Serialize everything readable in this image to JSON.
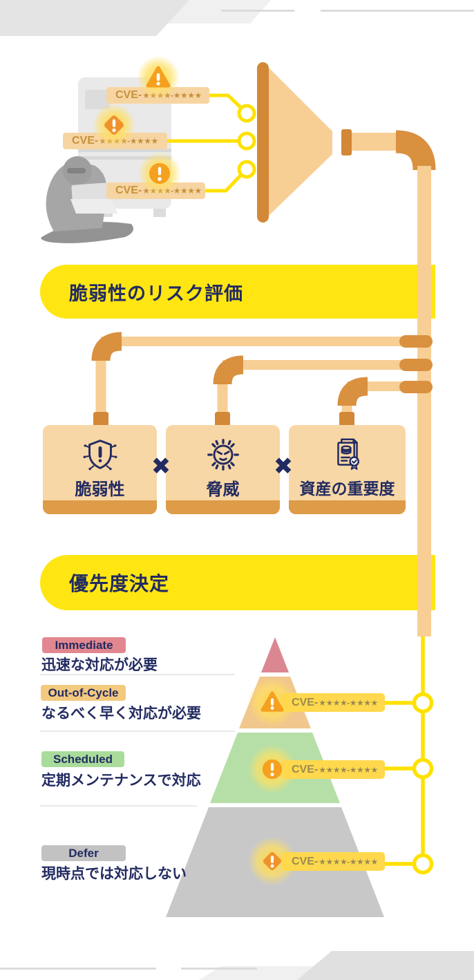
{
  "colors": {
    "accent_yellow": "#FFE612",
    "line_yellow": "#FFE100",
    "pipe_tan": "#F7CE94",
    "pipe_dark_orange": "#D9903F",
    "funnel_bar_orange": "#D28837",
    "box_tan": "#F8D7A6",
    "box_bar_orange": "#DE9B48",
    "navy_text": "#222B61",
    "warning_orange": "#F5A01F",
    "chip_tan_bg": "#F7D5A2",
    "chip_tan_text": "#C6913C",
    "chip_gold_bg": "#FFD84D",
    "chip_gold_text": "#9C8B4E",
    "pyramid_immediate": "#DB8791",
    "pyramid_out_of_cycle": "#F1C78D",
    "pyramid_scheduled": "#B6DFA8",
    "pyramid_defer": "#C8C8C8"
  },
  "top_section": {
    "chips": [
      {
        "prefix": "CVE-",
        "stars": "★★★★-★★★★",
        "icon": "warning-triangle"
      },
      {
        "prefix": "CVE-",
        "stars": "★★★★-★★★★",
        "icon": "warning-diamond"
      },
      {
        "prefix": "CVE-",
        "stars": "★★★★-★★★★",
        "icon": "warning-circle"
      }
    ]
  },
  "banners": {
    "risk_assessment": "脆弱性のリスク評価",
    "priority": "優先度決定"
  },
  "formula": {
    "factors": [
      {
        "label": "脆弱性",
        "icon": "shield-exclamation"
      },
      {
        "label": "脅威",
        "icon": "virus-face"
      },
      {
        "label": "資産の重要度",
        "icon": "asset-documents"
      }
    ],
    "operator": "✖"
  },
  "priority_levels": [
    {
      "badge": "Immediate",
      "description": "迅速な対応が必要"
    },
    {
      "badge": "Out-of-Cycle",
      "description": "なるべく早く対応が必要"
    },
    {
      "badge": "Scheduled",
      "description": "定期メンテナンスで対応"
    },
    {
      "badge": "Defer",
      "description": "現時点では対応しない"
    }
  ],
  "pyramid_chips": [
    {
      "prefix": "CVE-",
      "stars": "★★★★-★★★★",
      "icon": "warning-triangle"
    },
    {
      "prefix": "CVE-",
      "stars": "★★★★-★★★★",
      "icon": "warning-circle"
    },
    {
      "prefix": "CVE-",
      "stars": "★★★★-★★★★",
      "icon": "warning-diamond"
    }
  ]
}
